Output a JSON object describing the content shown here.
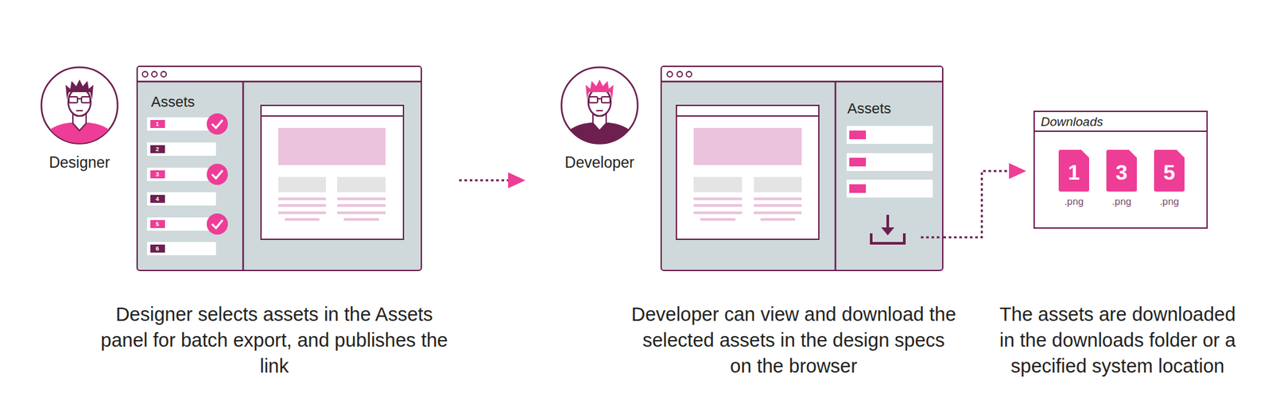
{
  "diagram": {
    "nodes": [
      {
        "text": [
          "Designer"
        ]
      },
      {
        "text": [
          "Assets"
        ]
      },
      {
        "text": [
          "1"
        ],
        "in": 1
      },
      {
        "text": [
          "2"
        ],
        "in": 1
      },
      {
        "text": [
          "3"
        ],
        "in": 1
      },
      {
        "text": [
          "4"
        ],
        "in": 1
      },
      {
        "text": [
          "5"
        ],
        "in": 1
      },
      {
        "text": [
          "6"
        ],
        "in": 1
      },
      {
        "text": [
          "Developer"
        ]
      },
      {
        "text": [
          "Assets"
        ]
      },
      {
        "text": [
          "Downloads"
        ]
      },
      {
        "text": [
          "1",
          ".png"
        ],
        "in": 10
      },
      {
        "text": [
          "3",
          ".png"
        ],
        "in": 10
      },
      {
        "text": [
          "5",
          ".png"
        ],
        "in": 10
      }
    ],
    "edges": [
      {
        "from": 1,
        "to": 8,
        "arrow": "to"
      },
      {
        "from": 9,
        "to": 10,
        "arrow": "to"
      }
    ],
    "labels": [
      "Designer selects assets in the Assets panel for batch export, and publishes the link",
      "Developer can view and download the selected assets in the design specs on the browser",
      "The assets are downloaded in the downloads folder or a specified system location"
    ]
  }
}
